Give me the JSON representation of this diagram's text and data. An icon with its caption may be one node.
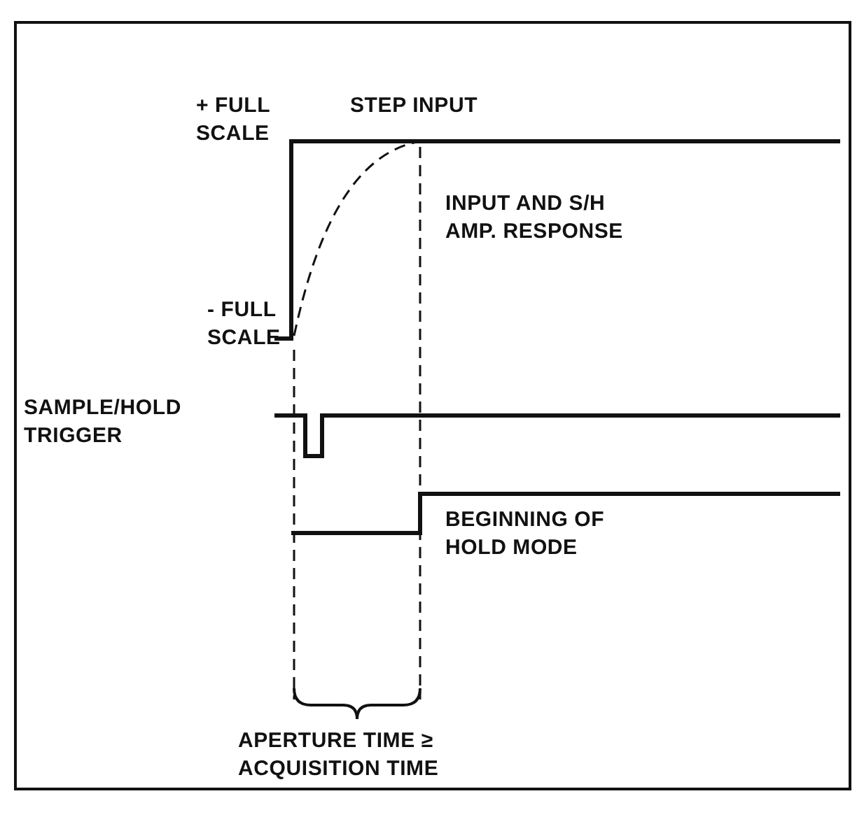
{
  "diagram": {
    "labels": [
      "+ FULL SCALE",
      "STEP INPUT",
      "INPUT AND S/H AMP. RESPONSE",
      "- FULL SCALE",
      "SAMPLE/HOLD TRIGGER",
      "BEGINNING OF HOLD MODE",
      "APERTURE TIME ≥ ACQUISITION TIME"
    ]
  }
}
